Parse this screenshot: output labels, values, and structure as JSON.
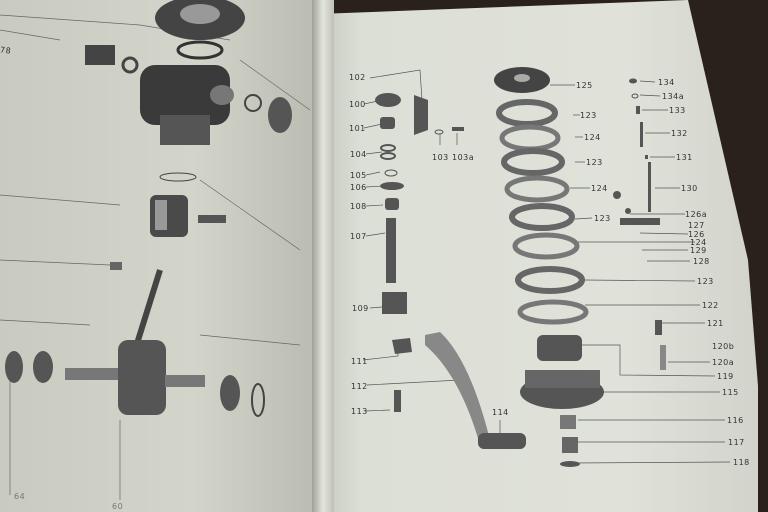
{
  "left_page": {
    "labels": [
      "78",
      "64",
      "60"
    ]
  },
  "right_page": {
    "labels": [
      {
        "id": "l102",
        "text": "102"
      },
      {
        "id": "l100",
        "text": "100"
      },
      {
        "id": "l101",
        "text": "101"
      },
      {
        "id": "l104",
        "text": "104"
      },
      {
        "id": "l103",
        "text": "103"
      },
      {
        "id": "l103a",
        "text": "103a"
      },
      {
        "id": "l105",
        "text": "105"
      },
      {
        "id": "l106",
        "text": "106"
      },
      {
        "id": "l108",
        "text": "108"
      },
      {
        "id": "l107",
        "text": "107"
      },
      {
        "id": "l109",
        "text": "109"
      },
      {
        "id": "l111",
        "text": "111"
      },
      {
        "id": "l112",
        "text": "112"
      },
      {
        "id": "l113",
        "text": "113"
      },
      {
        "id": "l114",
        "text": "114"
      },
      {
        "id": "l125",
        "text": "125"
      },
      {
        "id": "l123a",
        "text": "123"
      },
      {
        "id": "l124a",
        "text": "124"
      },
      {
        "id": "l123b",
        "text": "123"
      },
      {
        "id": "l124b",
        "text": "124"
      },
      {
        "id": "l123c",
        "text": "123"
      },
      {
        "id": "l124c",
        "text": "124"
      },
      {
        "id": "l123d",
        "text": "123"
      },
      {
        "id": "l122",
        "text": "122"
      },
      {
        "id": "l119",
        "text": "119"
      },
      {
        "id": "l115",
        "text": "115"
      },
      {
        "id": "l116",
        "text": "116"
      },
      {
        "id": "l117",
        "text": "117"
      },
      {
        "id": "l118",
        "text": "118"
      },
      {
        "id": "l134",
        "text": "134"
      },
      {
        "id": "l134a",
        "text": "134a"
      },
      {
        "id": "l133",
        "text": "133"
      },
      {
        "id": "l132",
        "text": "132"
      },
      {
        "id": "l131",
        "text": "131"
      },
      {
        "id": "l130",
        "text": "130"
      },
      {
        "id": "l126a",
        "text": "126a"
      },
      {
        "id": "l127",
        "text": "127"
      },
      {
        "id": "l126",
        "text": "126"
      },
      {
        "id": "l129",
        "text": "129"
      },
      {
        "id": "l128",
        "text": "128"
      },
      {
        "id": "l121",
        "text": "121"
      },
      {
        "id": "l120b",
        "text": "120b"
      },
      {
        "id": "l120a",
        "text": "120a"
      }
    ]
  }
}
